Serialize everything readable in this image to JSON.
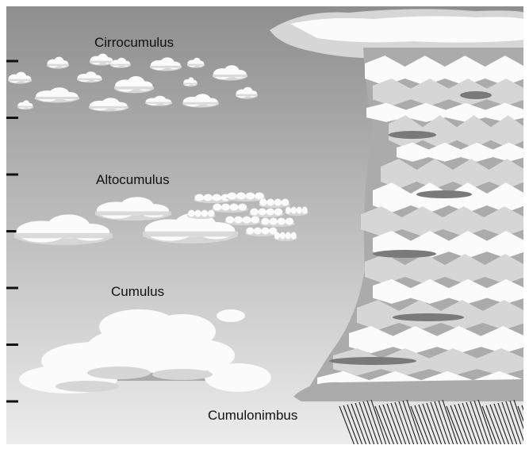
{
  "labels": {
    "cirrocumulus": "Cirrocumulus",
    "altocumulus": "Altocumulus",
    "cumulus": "Cumulus",
    "cumulonimbus": "Cumulonimbus"
  },
  "colors": {
    "sky_top": "#8e8e8e",
    "sky_bottom": "#ececec",
    "cloud_white": "#fbfbfb",
    "cloud_light_gray": "#d6d6d6",
    "cloud_mid_gray": "#ababab",
    "cloud_dark_gray": "#7a7a7a",
    "rain": "#1e1e1e"
  },
  "axis": {
    "tick_count": 7
  }
}
